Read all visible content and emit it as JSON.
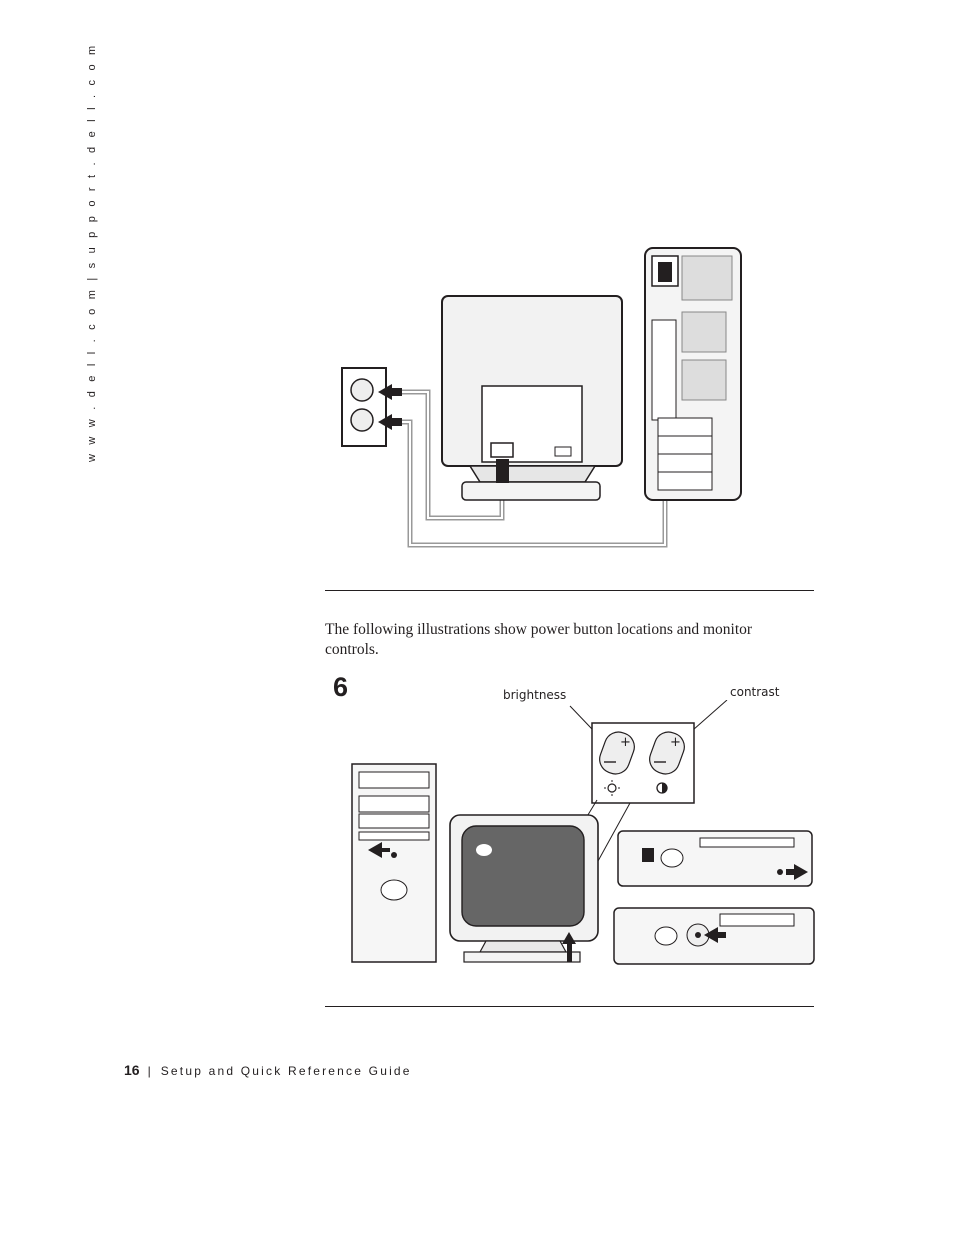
{
  "sidebar": {
    "url_text": "w w w . d e l l . c o m   |   s u p p o r t . d e l l . c o m"
  },
  "body": {
    "paragraph": "The following illustrations show power button locations and monitor controls."
  },
  "step": {
    "number": "6"
  },
  "figure_labels": {
    "brightness": "brightness",
    "contrast": "contrast"
  },
  "footer": {
    "page_number": "16",
    "separator": "|",
    "title": "Setup and Quick Reference Guide"
  }
}
